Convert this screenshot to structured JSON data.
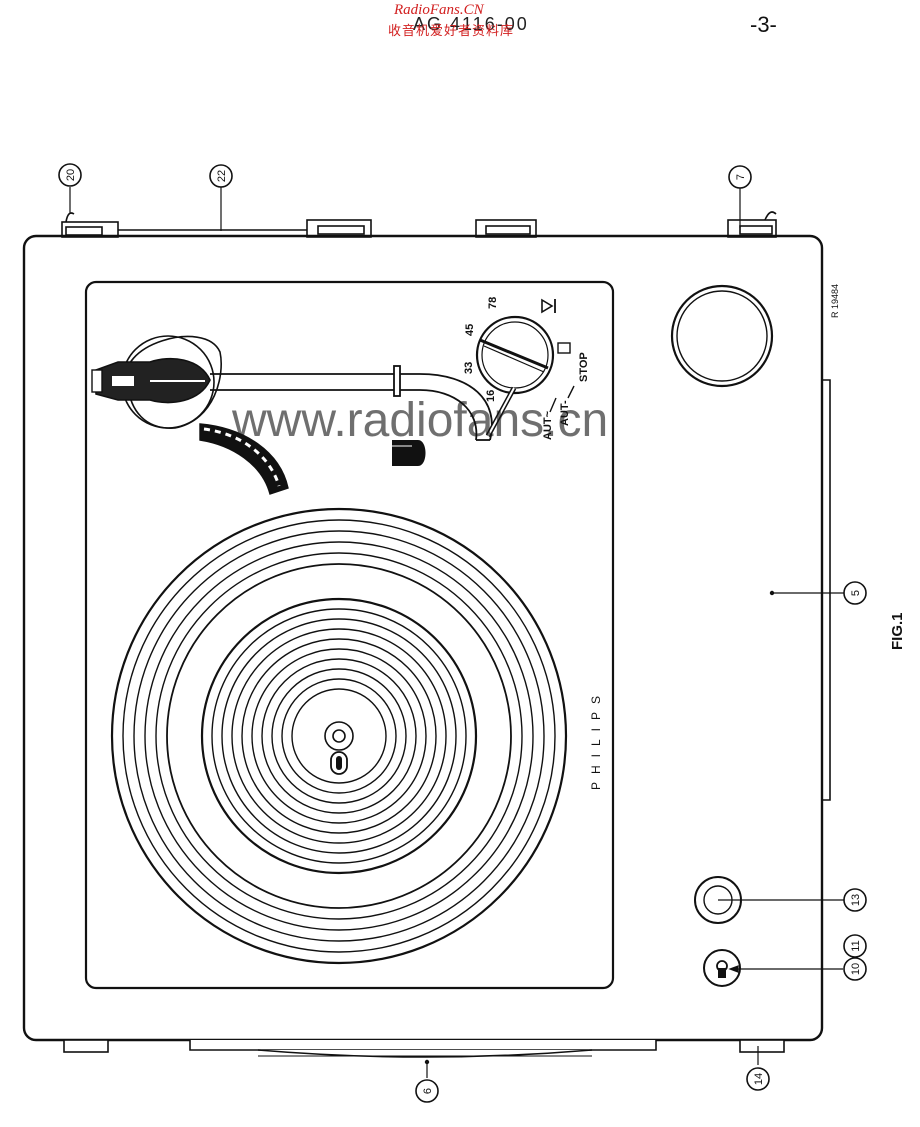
{
  "header": {
    "site_name": "RadioFans.CN",
    "site_subtitle": "收音机爱好者资料库",
    "model": "AG 4116-00",
    "page_number": "-3-"
  },
  "drawing_ref": "R 19484",
  "figure_label": "FIG.1",
  "brand": "PHILIPS",
  "watermark": "www.radiofans.cn",
  "speed_selector": {
    "speeds": [
      "16",
      "33",
      "45",
      "78"
    ],
    "modes": [
      "AUT~",
      "AUT-",
      "STOP"
    ]
  },
  "callouts": [
    "20",
    "22",
    "7",
    "5",
    "13",
    "10",
    "11",
    "14",
    "6"
  ]
}
